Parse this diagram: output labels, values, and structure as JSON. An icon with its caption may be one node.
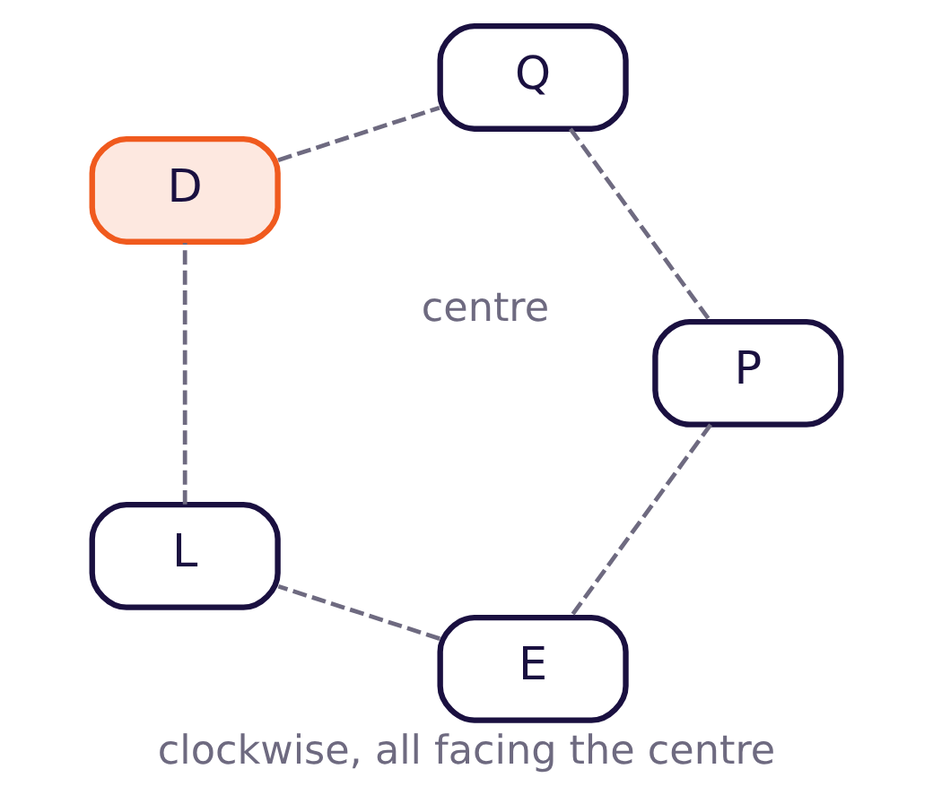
{
  "diagram": {
    "caption": "clockwise, all facing the centre",
    "nodes": [
      {
        "text": [
          "E"
        ]
      },
      {
        "text": [
          "L"
        ]
      },
      {
        "text": [
          "D"
        ]
      },
      {
        "text": [
          "Q"
        ]
      },
      {
        "text": [
          "P"
        ]
      }
    ],
    "edges": [
      {
        "from": 0,
        "to": 1,
        "arrow": "none",
        "style": "dashed"
      },
      {
        "from": 1,
        "to": 2,
        "arrow": "none",
        "style": "dashed"
      },
      {
        "from": 2,
        "to": 3,
        "arrow": "none",
        "style": "dashed"
      },
      {
        "from": 3,
        "to": 4,
        "arrow": "none",
        "style": "dashed"
      },
      {
        "from": 4,
        "to": 0,
        "arrow": "none",
        "style": "dashed"
      }
    ],
    "labels": [
      "centre"
    ]
  }
}
